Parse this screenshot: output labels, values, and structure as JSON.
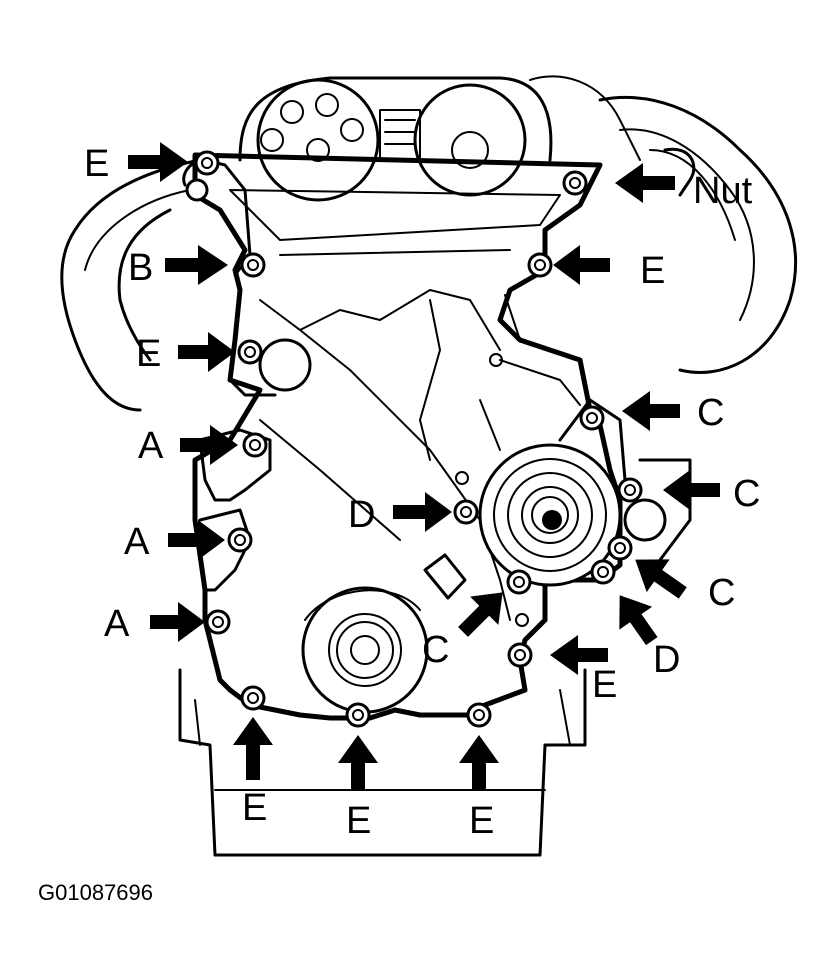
{
  "labels": {
    "e_top_left": "E",
    "nut": "Nut",
    "b": "B",
    "e_right_upper": "E",
    "e_left_mid": "E",
    "c_right_1": "C",
    "a_1": "A",
    "c_right_2": "C",
    "d_left": "D",
    "a_2": "A",
    "c_right_3": "C",
    "a_3": "A",
    "c_lower": "C",
    "d_lower": "D",
    "e_right_lower": "E",
    "e_bottom_1": "E",
    "e_bottom_2": "E",
    "e_bottom_3": "E"
  },
  "figure_code": "G01087696"
}
